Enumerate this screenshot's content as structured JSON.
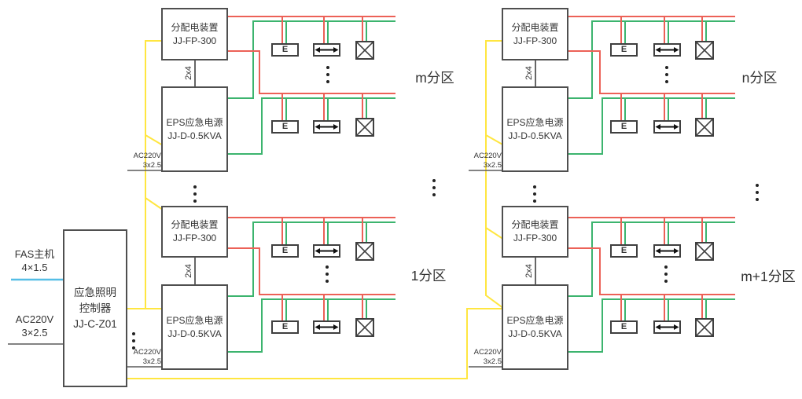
{
  "diagram": {
    "controller": {
      "line1": "应急照明",
      "line2": "控制器",
      "line3": "JJ-C-Z01"
    },
    "inputs": {
      "fas": {
        "label": "FAS主机",
        "spec": "4×1.5"
      },
      "ac": {
        "label": "AC220V",
        "spec": "3×2.5"
      }
    },
    "unit": {
      "dist_line1": "分配电装置",
      "dist_line2": "JJ-FP-300",
      "eps_line1": "EPS应急电源",
      "eps_line2": "JJ-D-0.5KVA",
      "link_label": "2x4",
      "ac_line1": "AC220V",
      "ac_line2": "3x2.5"
    },
    "zones": {
      "top_left": "m分区",
      "top_right": "n分区",
      "bottom_left": "1分区",
      "bottom_right": "m+1分区"
    },
    "device": {
      "exit_label": "E",
      "exit_sign": "rect-with-E",
      "direction_sign": "double-arrow",
      "luminaire": "x-cross-square"
    },
    "colors": {
      "red": "#ec6157",
      "green": "#3cb46e",
      "yellow": "#ffe640",
      "blue": "#55bee6",
      "box_border": "#4f4f4f",
      "text": "#333333"
    }
  }
}
